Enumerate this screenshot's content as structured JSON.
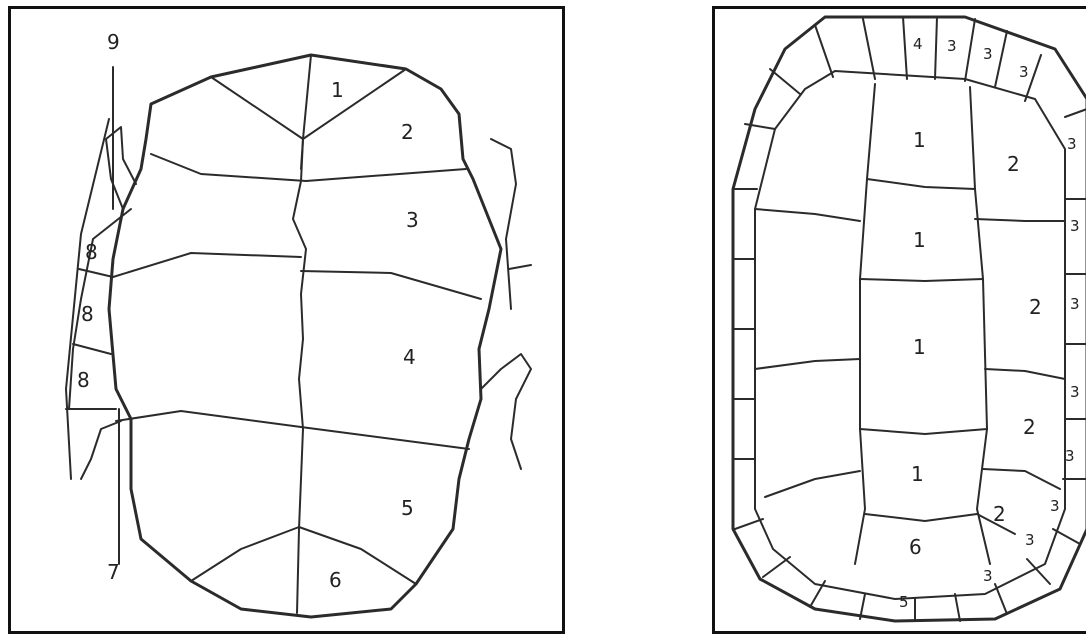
{
  "left_figure": {
    "labels": {
      "l1": "1",
      "l2": "2",
      "l3": "3",
      "l4": "4",
      "l5": "5",
      "l6": "6",
      "l7": "7",
      "l8a": "8",
      "l8b": "8",
      "l8c": "8",
      "l9": "9"
    }
  },
  "right_figure": {
    "labels": {
      "r1a": "1",
      "r1b": "1",
      "r1c": "1",
      "r1d": "1",
      "r2a": "2",
      "r2b": "2",
      "r2c": "2",
      "r2d": "2",
      "r4": "4",
      "r6": "6",
      "r5": "5",
      "r3a": "3",
      "r3b": "3",
      "r3c": "3",
      "r3d": "3",
      "r3e": "3",
      "r3f": "3",
      "r3g": "3",
      "r3h": "3",
      "r3i": "3",
      "r3j": "3",
      "r3k": "3"
    }
  }
}
